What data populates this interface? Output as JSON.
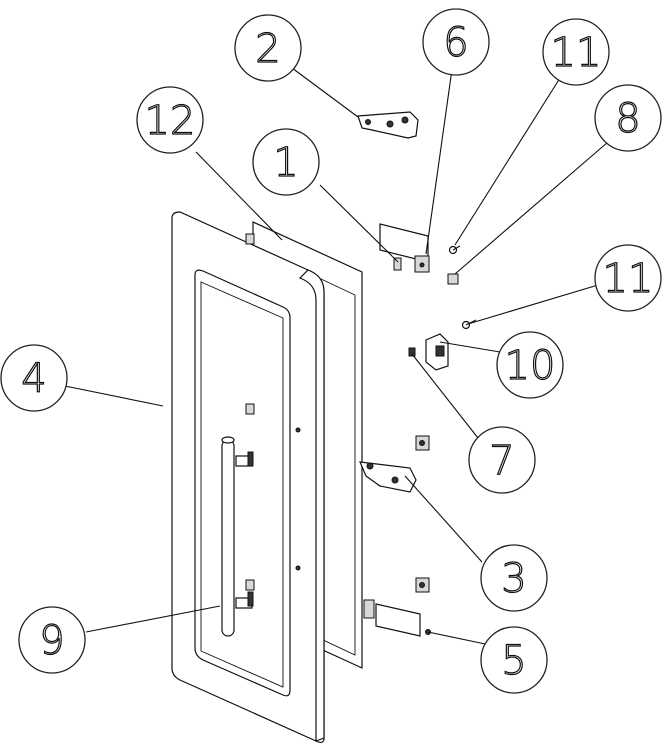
{
  "callouts": [
    {
      "label": "1"
    },
    {
      "label": "2"
    },
    {
      "label": "3"
    },
    {
      "label": "4"
    },
    {
      "label": "5"
    },
    {
      "label": "6"
    },
    {
      "label": "7"
    },
    {
      "label": "8"
    },
    {
      "label": "9"
    },
    {
      "label": "10"
    },
    {
      "label": "11"
    },
    {
      "label": "11"
    },
    {
      "label": "12"
    }
  ]
}
